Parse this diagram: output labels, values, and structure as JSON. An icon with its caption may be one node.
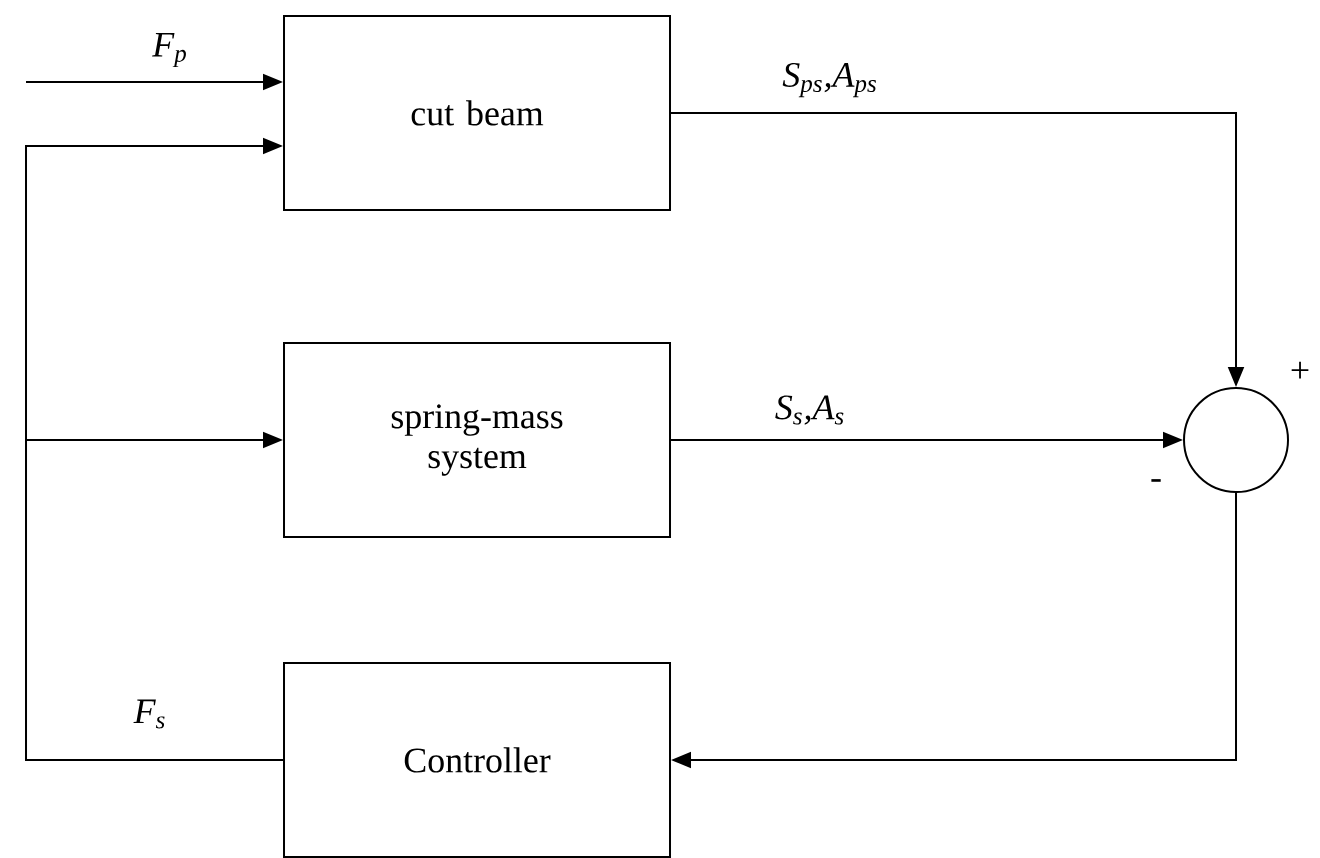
{
  "diagram": {
    "nodes": [
      {
        "text": [
          "cut beam"
        ]
      },
      {
        "text": [
          "spring-mass system"
        ]
      },
      {
        "text": [],
        "shape": "circle"
      },
      {
        "text": [
          "Controller"
        ]
      }
    ],
    "edges": [
      {
        "from": null,
        "to": 0,
        "arrow": "to",
        "label": "F$_{p}$"
      },
      {
        "from": 3,
        "to": 0,
        "arrow": "to",
        "label": "F$_{s}$"
      },
      {
        "from": 3,
        "to": 1,
        "arrow": "to"
      },
      {
        "from": 0,
        "to": 2,
        "arrow": "to",
        "label": "S$_{ps}$,A$_{ps}$"
      },
      {
        "from": 1,
        "to": 2,
        "arrow": "to",
        "label": "S$_{s}$,A$_{s}$"
      },
      {
        "from": 2,
        "to": 3,
        "arrow": "to"
      }
    ],
    "labels": [
      "+",
      "-"
    ]
  }
}
